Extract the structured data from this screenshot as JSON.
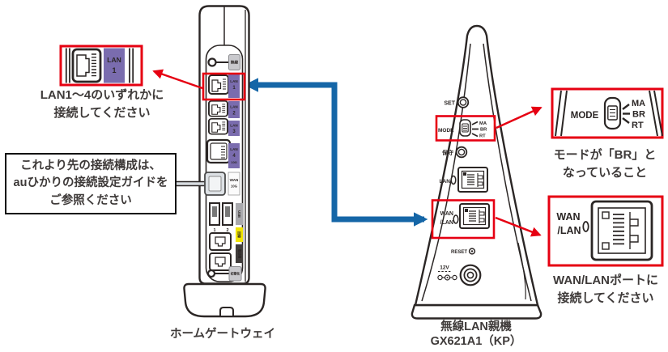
{
  "colors": {
    "accent_red": "#e60012",
    "accent_blue": "#1566a7",
    "port_purple": "#7a6cae",
    "warn_yellow": "#f2e500",
    "ink": "#2b2625",
    "text_gray": "#3e3a39"
  },
  "gateway": {
    "caption": "ホームゲートウェイ",
    "wireless_button_label": "無線",
    "lan_ports": [
      {
        "label": "LAN",
        "num": "1"
      },
      {
        "label": "LAN",
        "num": "2"
      },
      {
        "label": "LAN",
        "num": "3"
      },
      {
        "label": "LAN",
        "num": "4",
        "speed": "10G"
      }
    ],
    "wan_label": "WAN",
    "wan_speed": "10G",
    "usb_labels": [
      "1",
      "2"
    ],
    "usb_side_label": "USB",
    "line_label": "回線",
    "phone_label": "電話機",
    "init_label": "初期化"
  },
  "router": {
    "caption_line1": "無線LAN親機",
    "caption_line2": "GX621A1（KP）",
    "set_label": "SET",
    "mode_label": "MODE",
    "mode_positions": [
      "MA",
      "BR",
      "RT"
    ],
    "maintenance_label": "保守",
    "lan_label": "LAN",
    "wanlan_line1": "WAN",
    "wanlan_line2": "/LAN",
    "reset_label": "RESET",
    "power_label": "12V"
  },
  "callout_lan": {
    "port_label": "LAN",
    "port_num": "1",
    "text_line1": "LAN1〜4のいずれかに",
    "text_line2": "接続してください"
  },
  "callout_mode": {
    "mode_label": "MODE",
    "positions": [
      "MA",
      "BR",
      "RT"
    ],
    "text_line1": "モードが「BR」と",
    "text_line2": "なっていること"
  },
  "callout_wanlan": {
    "label_line1": "WAN",
    "label_line2": "/LAN",
    "text_line1": "WAN/LANポートに",
    "text_line2": "接続してください"
  },
  "guide_box": {
    "line1": "これより先の接続構成は、",
    "line2": "auひかりの接続設定ガイドを",
    "line3": "ご参照ください"
  }
}
